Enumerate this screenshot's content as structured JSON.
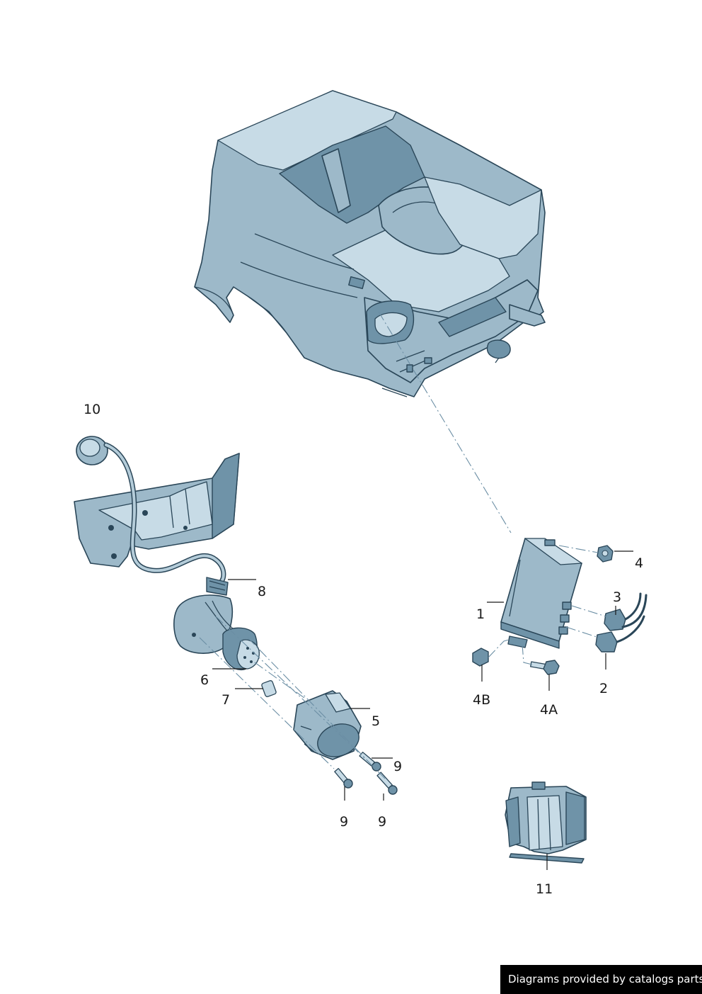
{
  "callouts": {
    "c1": "1",
    "c2": "2",
    "c3": "3",
    "c4": "4",
    "c4a": "4A",
    "c4b": "4B",
    "c5": "5",
    "c6": "6",
    "c7": "7",
    "c8": "8",
    "c9a": "9",
    "c9b": "9",
    "c9c": "9",
    "c10": "10",
    "c11": "11"
  },
  "credit": "Diagrams provided by catalogs parts",
  "colors": {
    "illustration_fill": "#9db9c9",
    "illustration_outline": "#2a4658",
    "leader_dash": "#6b8ea4",
    "credit_bg": "#000000"
  }
}
